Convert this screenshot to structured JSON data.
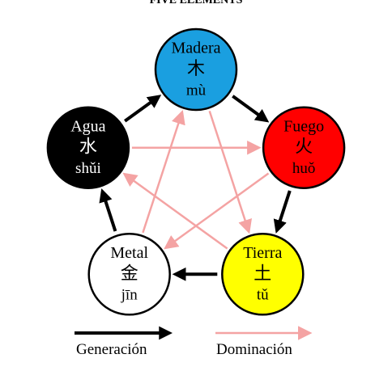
{
  "caption": "FIVE ELEMENTS",
  "elements": [
    {
      "id": "madera",
      "name": "Madera",
      "hanzi": "木",
      "pinyin": "mù",
      "color": "#1a9fe0",
      "text_color": "#000000"
    },
    {
      "id": "fuego",
      "name": "Fuego",
      "hanzi": "火",
      "pinyin": "huǒ",
      "color": "#ff0000",
      "text_color": "#000000"
    },
    {
      "id": "tierra",
      "name": "Tierra",
      "hanzi": "土",
      "pinyin": "tǔ",
      "color": "#ffff00",
      "text_color": "#000000"
    },
    {
      "id": "metal",
      "name": "Metal",
      "hanzi": "金",
      "pinyin": "jīn",
      "color": "#ffffff",
      "text_color": "#000000"
    },
    {
      "id": "agua",
      "name": "Agua",
      "hanzi": "水",
      "pinyin": "shǔi",
      "color": "#000000",
      "text_color": "#ffffff"
    }
  ],
  "generation_cycle": [
    "madera",
    "fuego",
    "tierra",
    "metal",
    "agua"
  ],
  "domination_cycle": [
    "madera",
    "tierra",
    "agua",
    "fuego",
    "metal"
  ],
  "colors": {
    "generation": "#000000",
    "domination": "#f4a3a3"
  },
  "legend": {
    "generation_label": "Generación",
    "domination_label": "Dominación"
  }
}
